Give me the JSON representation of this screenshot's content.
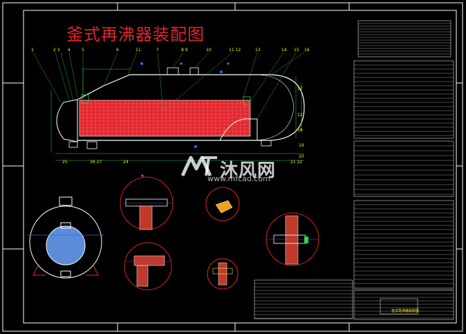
{
  "drawing": {
    "title": "釜式再沸器装配图",
    "title_color": "#e3242b",
    "background": "#000000",
    "line_color": "#ffffff",
    "accent_colors": {
      "red": "#e3242b",
      "yellow": "#f0f020",
      "cyan": "#00c8ff",
      "green": "#28d05a",
      "blue": "#2a6cff",
      "magenta": "#e040ff"
    }
  },
  "part_numbers": [
    "1",
    "2",
    "3",
    "4",
    "5",
    "6",
    "7",
    "8",
    "9",
    "10",
    "11",
    "12",
    "13",
    "14",
    "15",
    "16",
    "17",
    "18",
    "19",
    "20",
    "21",
    "22",
    "23",
    "24",
    "25",
    "26",
    "27"
  ],
  "watermark": {
    "text": "沐风网",
    "url": "www.mfcad.com",
    "logo_icon": "mfcad-logo-icon"
  },
  "title_block": {
    "drawing_name": "釜式再沸器装配图"
  }
}
